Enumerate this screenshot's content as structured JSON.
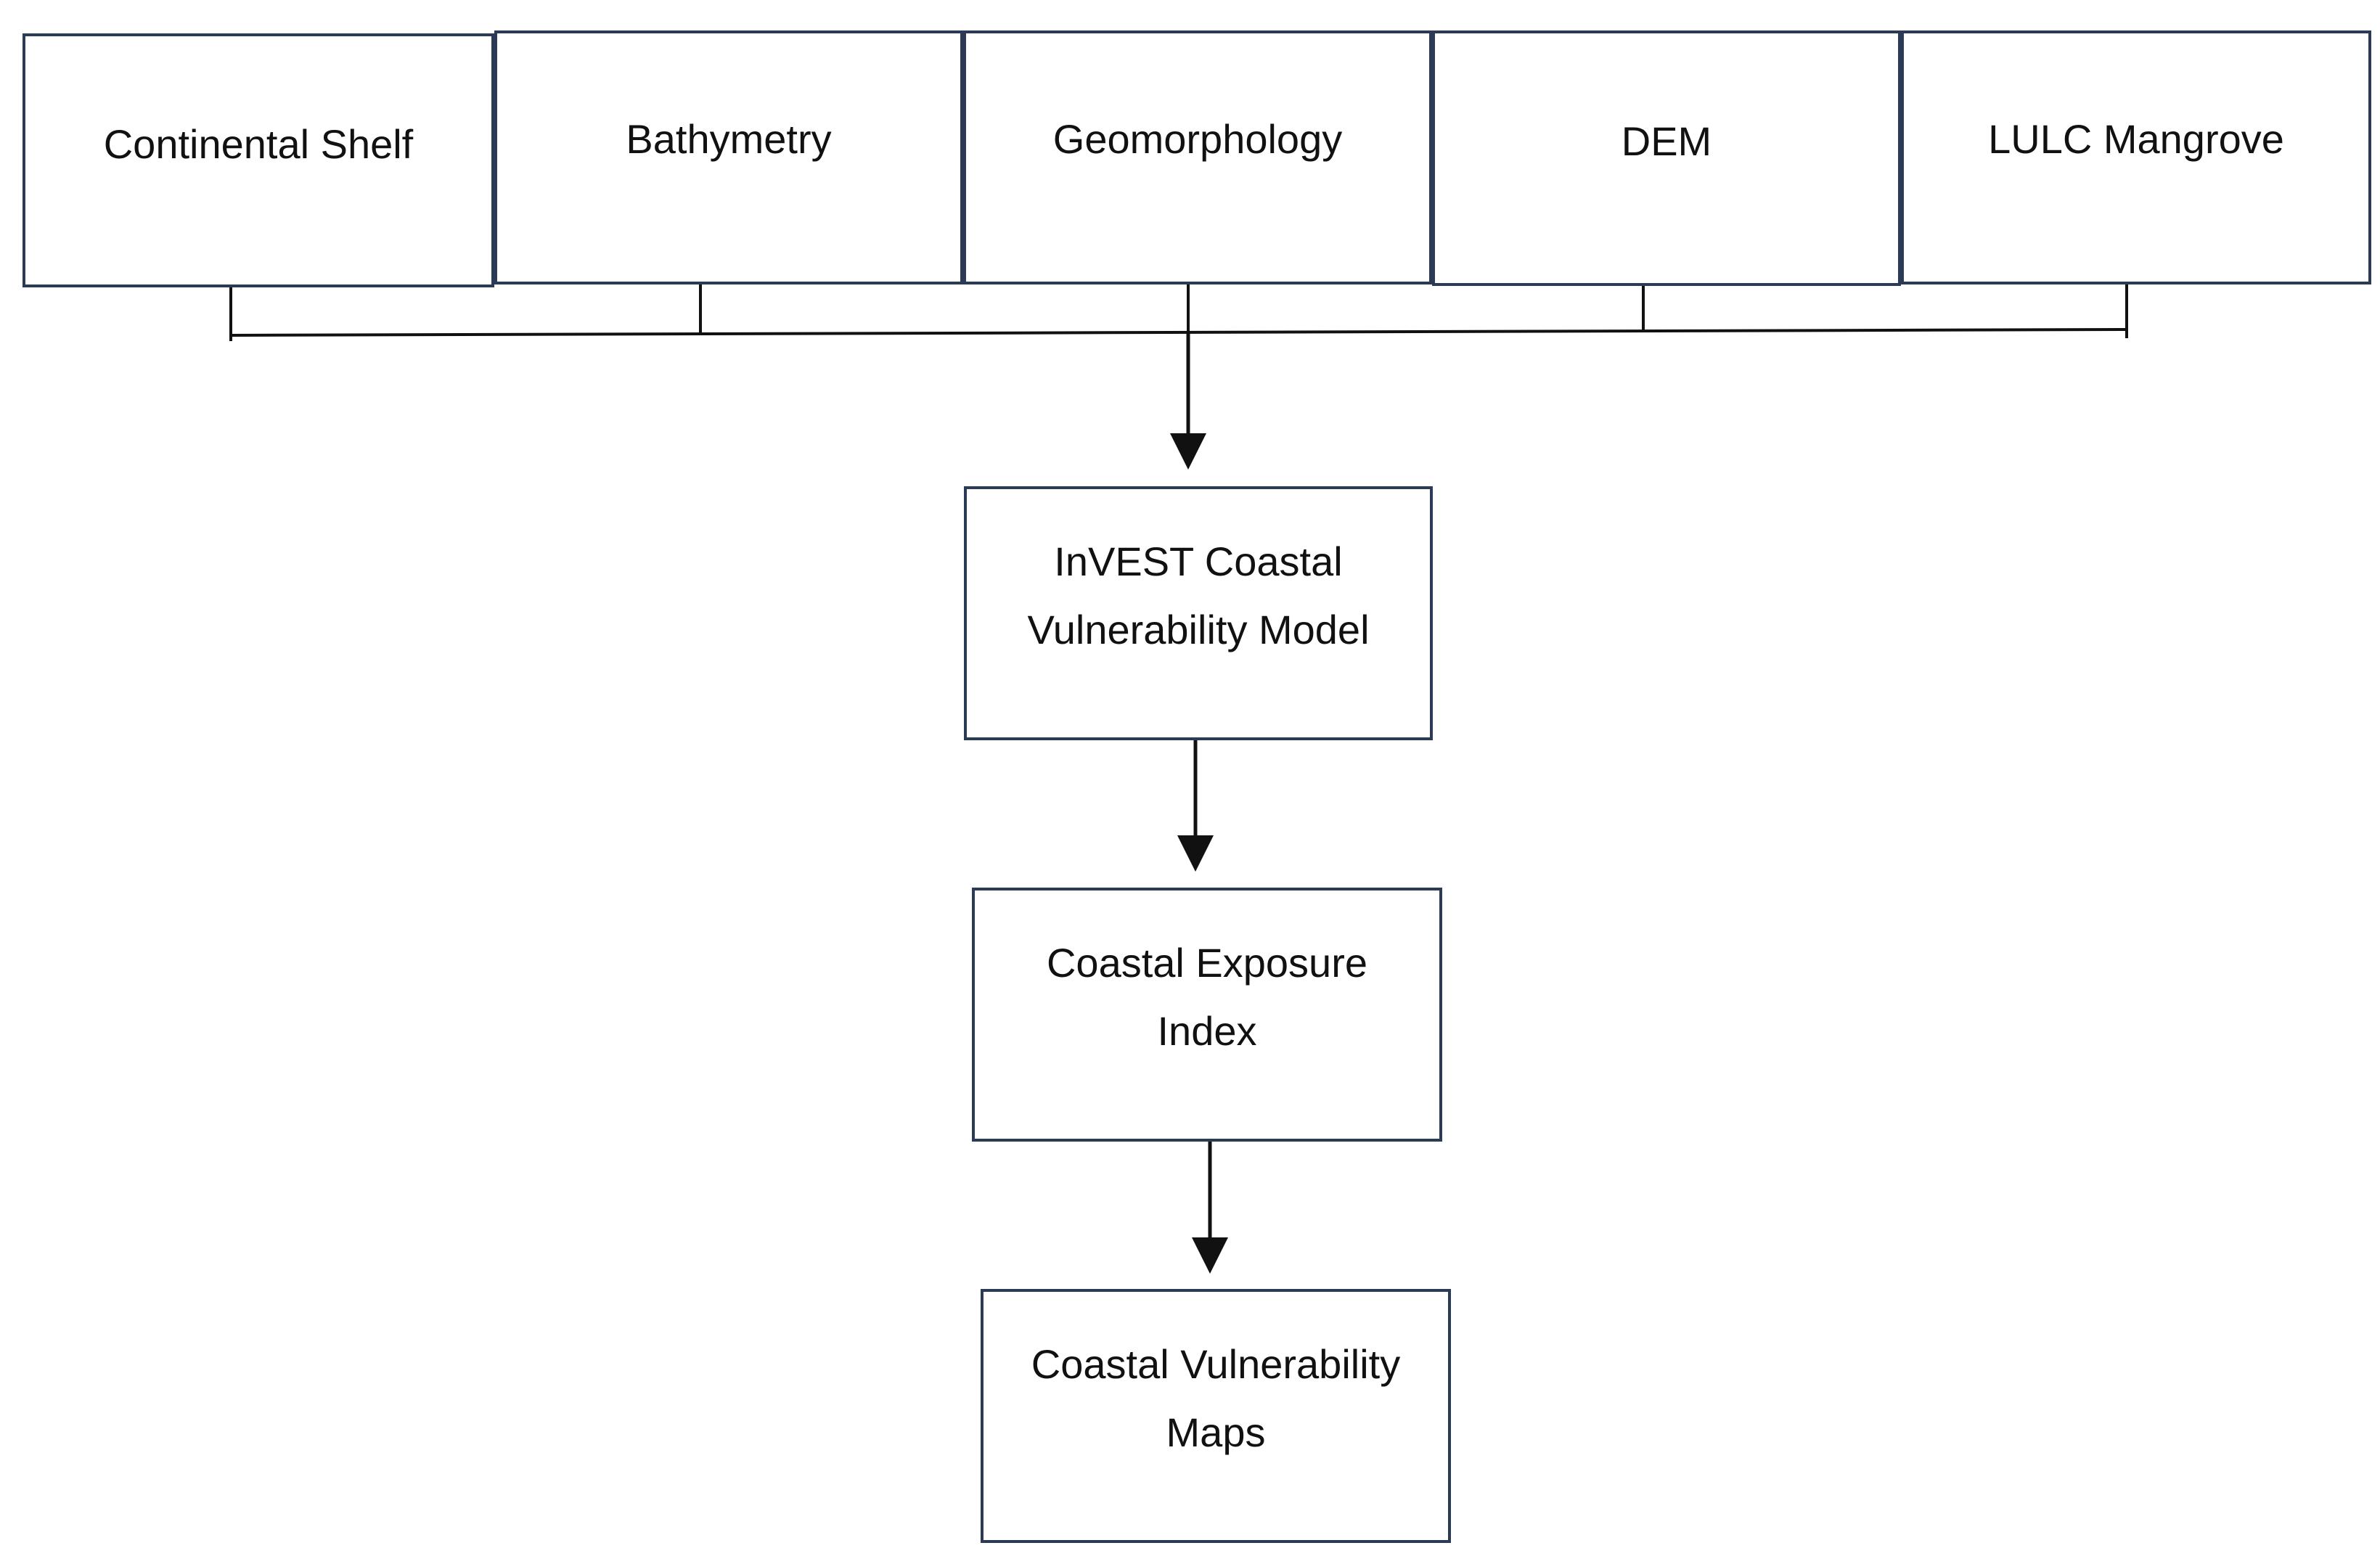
{
  "diagram": {
    "inputs": [
      {
        "label": "Continental Shelf"
      },
      {
        "label": "Bathymetry"
      },
      {
        "label": "Geomorphology"
      },
      {
        "label": "DEM"
      },
      {
        "label": "LULC Mangrove"
      }
    ],
    "model": {
      "label": "InVEST Coastal\nVulnerability Model"
    },
    "index": {
      "label": "Coastal Exposure\nIndex"
    },
    "output": {
      "label": "Coastal Vulnerability\nMaps"
    },
    "colors": {
      "box_border": "#2b3a55",
      "connector": "#111111",
      "background": "#ffffff",
      "text": "#111111"
    }
  }
}
